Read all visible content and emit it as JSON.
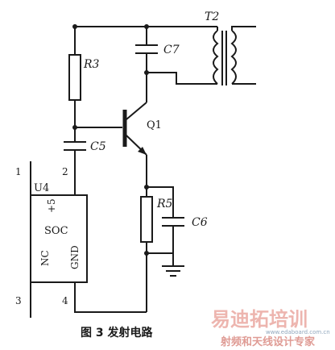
{
  "labels": {
    "t2": "T2",
    "c7": "C7",
    "r3": "R3",
    "q1": "Q1",
    "c5": "C5",
    "u4": "U4",
    "pin1": "1",
    "pin2": "2",
    "pin3": "3",
    "pin4": "4",
    "plus5": "+5",
    "soc": "SOC",
    "nc": "NC",
    "gnd": "GND",
    "r5": "R5",
    "c6": "C6"
  },
  "caption": "图 3   发射电路",
  "watermark": {
    "main": "易迪拓培训",
    "sub": "射频和天线设计专家",
    "url": "www.edaboard.com.cn"
  }
}
